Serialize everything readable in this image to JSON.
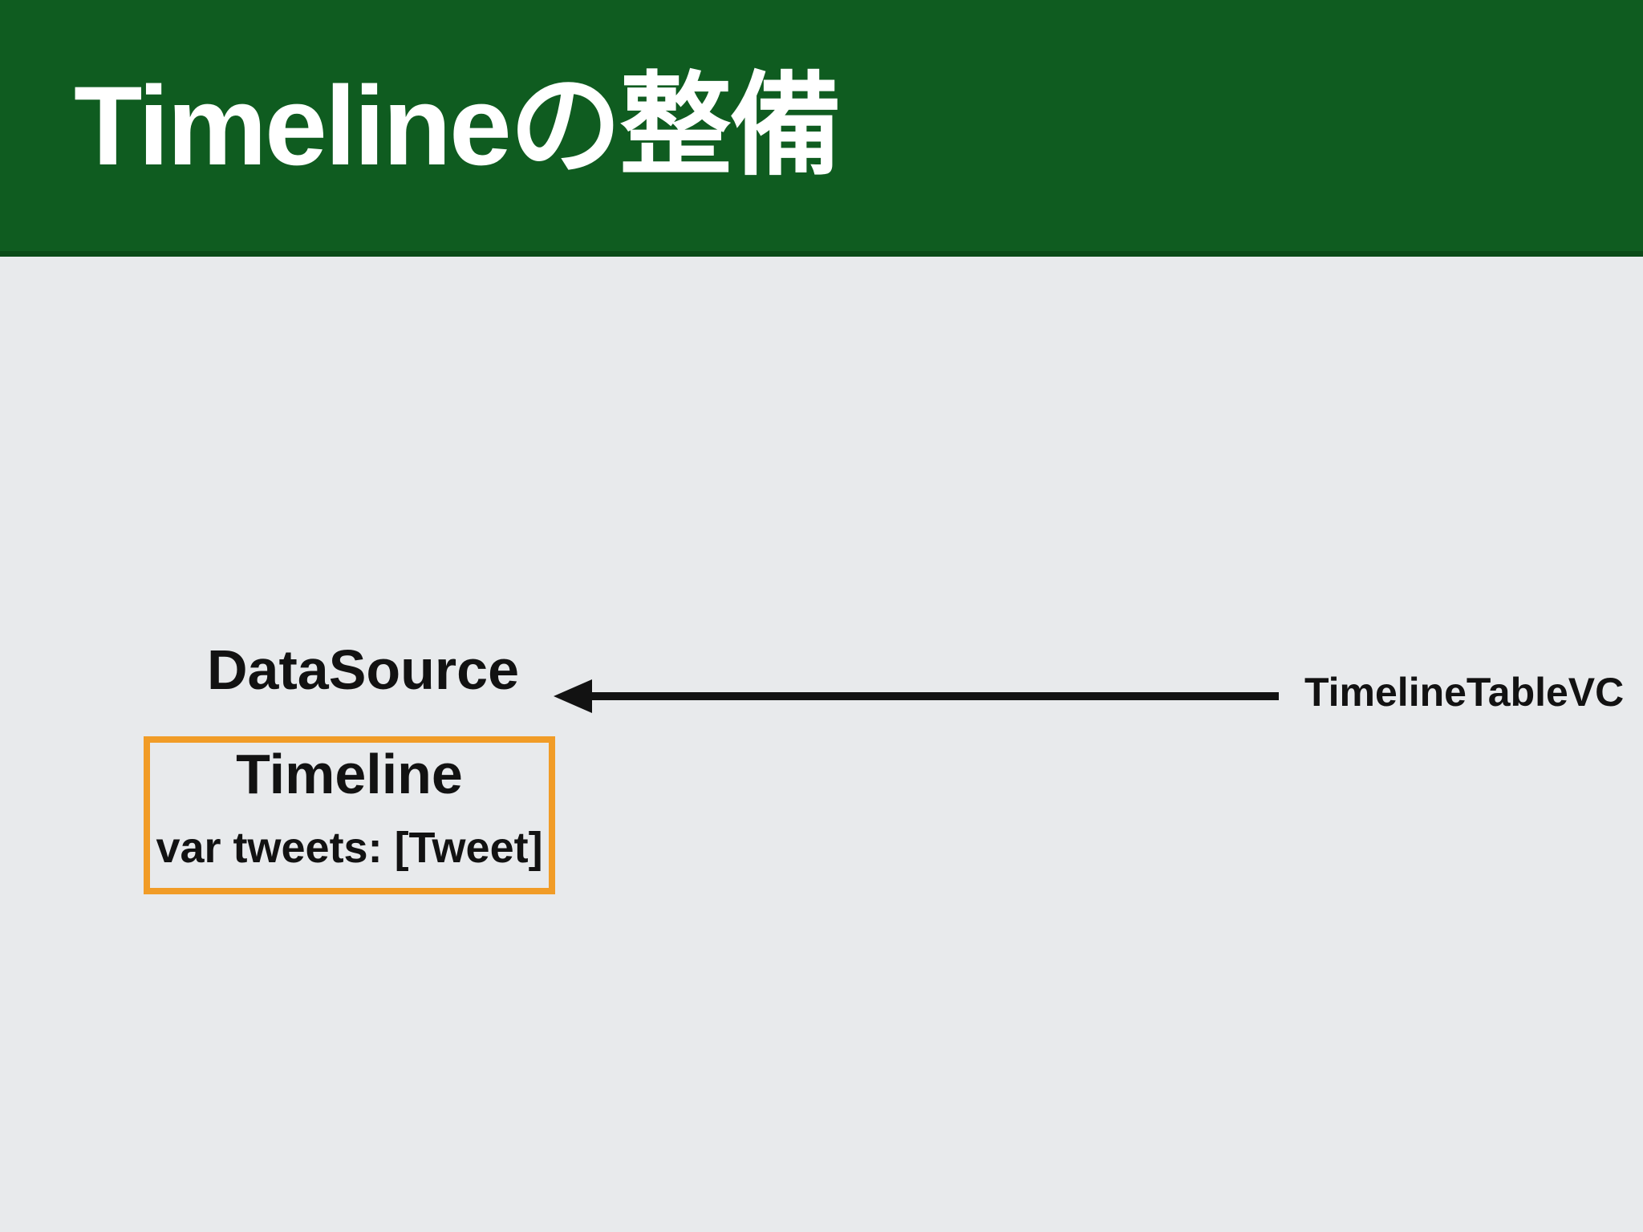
{
  "slide": {
    "header": {
      "title": "Timelineの整備"
    },
    "diagram": {
      "datasource_label": "DataSource",
      "controller_label": "TimelineTableVC",
      "arrow_icon": "left-arrow-icon",
      "timeline_box": {
        "title": "Timeline",
        "property_line": "var tweets: [Tweet]"
      }
    },
    "colors": {
      "header_bg": "#0f5c20",
      "header_edge": "#0a4b18",
      "slide_bg": "#e8eaec",
      "title_text": "#ffffff",
      "body_text": "#121212",
      "box_border": "#f19c27",
      "arrow": "#121212"
    }
  }
}
